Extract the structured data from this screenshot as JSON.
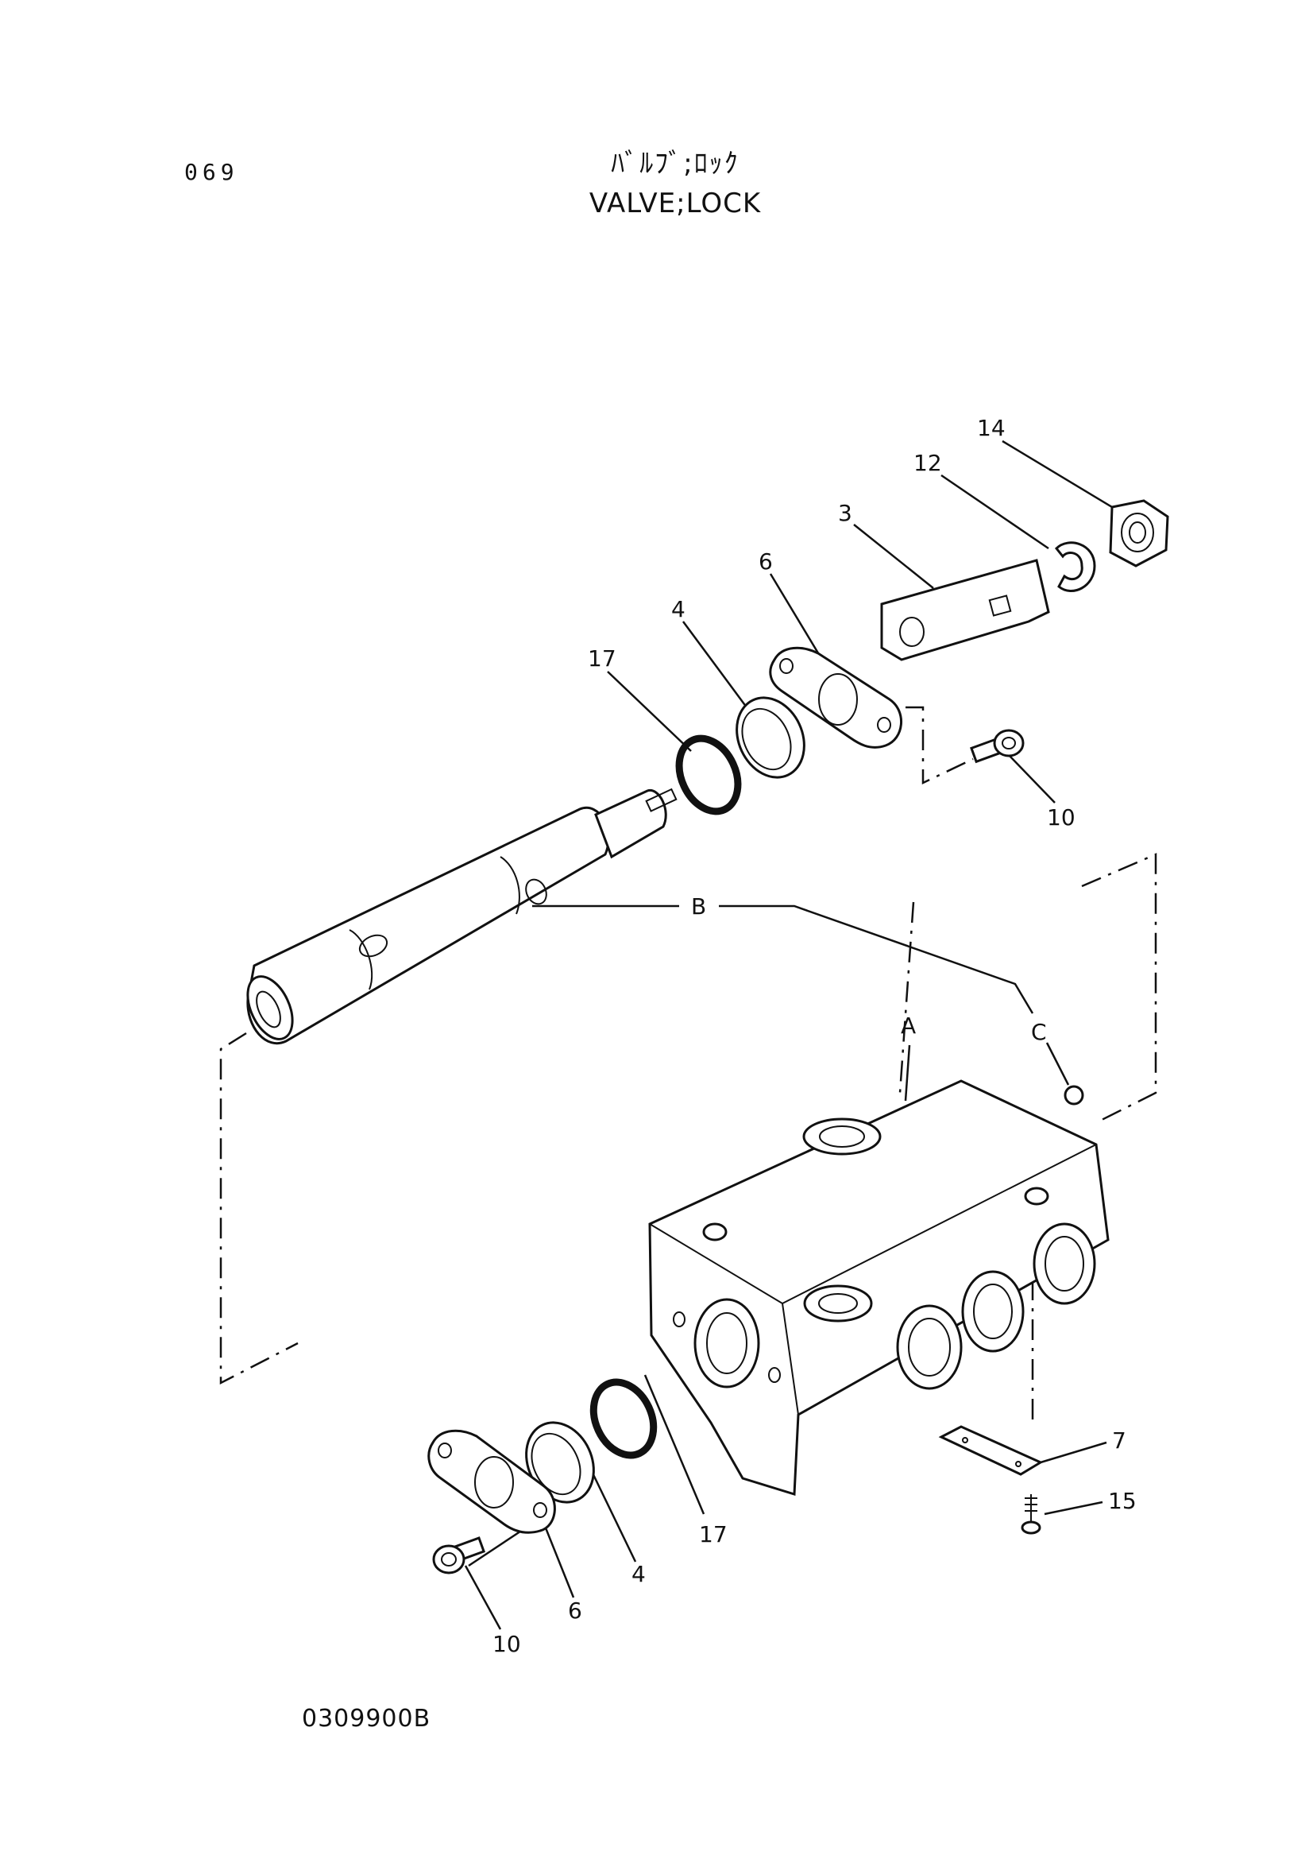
{
  "header": {
    "page_number": "069",
    "title_jp": "ﾊﾞﾙﾌﾞ;ﾛｯｸ",
    "title_en": "VALVE;LOCK"
  },
  "footer": {
    "drawing_id": "0309900B"
  },
  "callouts": {
    "nut": "14",
    "snap_ring": "12",
    "plate": "3",
    "flange_upper": "6",
    "seal_upper": "4",
    "oring_upper": "17",
    "bolt_upper": "10",
    "ref_b": "B",
    "ref_a": "A",
    "ref_c": "C",
    "name_plate": "7",
    "screw": "15",
    "oring_lower": "17",
    "seal_lower": "4",
    "flange_lower": "6",
    "bolt_lower": "10"
  }
}
